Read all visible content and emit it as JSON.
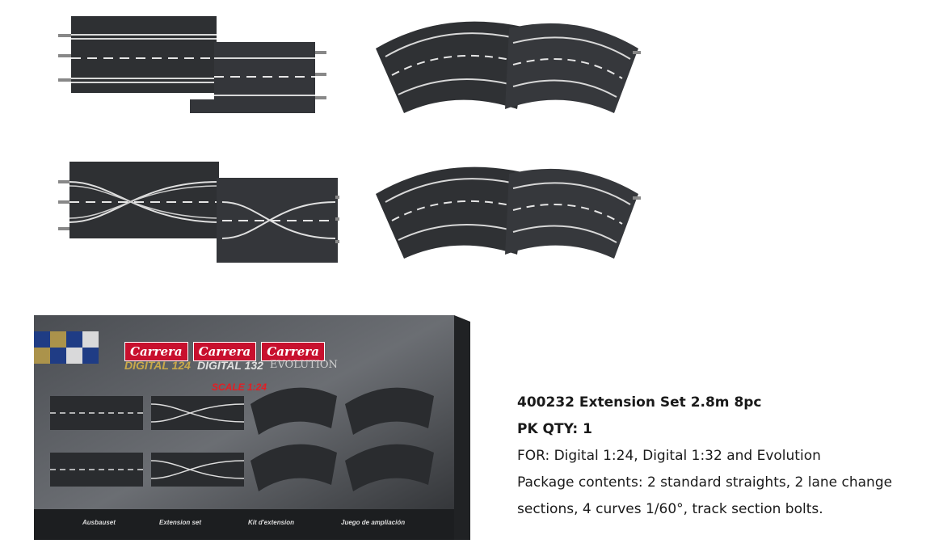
{
  "product": {
    "title": "400232 Extension Set 2.8m 8pc",
    "pack_qty": "PK QTY: 1",
    "compat": "FOR: Digital 1:24, Digital 1:32 and Evolution",
    "contents_line1": "Package contents: 2 standard straights, 2 lane change",
    "contents_line2": "sections, 4 curves 1/60°, track section bolts."
  },
  "box": {
    "brand": [
      "Carrera",
      "Carrera",
      "Carrera"
    ],
    "series": [
      "DIGITAL 124",
      "DIGITAL 132",
      "EVOLUTION"
    ],
    "scale": "SCALE 1:24",
    "labels": [
      "Ausbauset",
      "Extension set",
      "Kit d'extension",
      "Juego de ampliación"
    ]
  },
  "colors": {
    "track": "#2b2d30",
    "brand_red": "#c8102e",
    "box_bg": "#3a3d42"
  }
}
